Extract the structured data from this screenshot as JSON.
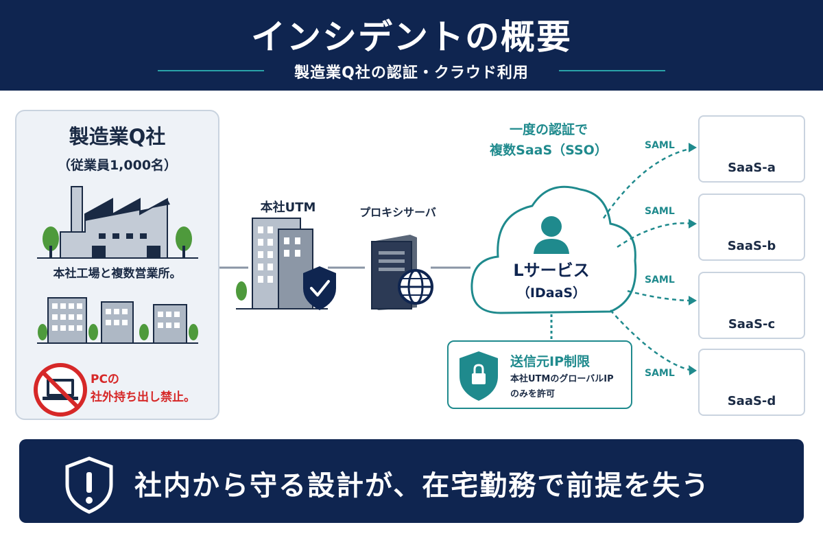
{
  "header": {
    "title": "インシデントの概要",
    "subtitle": "製造業Q社の認証・クラウド利用"
  },
  "company": {
    "name": "製造業Q社",
    "employees": "（従業員1,000名）",
    "sites": "本社工場と複数営業所。",
    "rule_line1": "PCの",
    "rule_line2": "社外持ち出し禁止。"
  },
  "nodes": {
    "utm": "本社UTM",
    "proxy": "プロキシサーバ",
    "idaas_name": "Lサービス",
    "idaas_type": "（IDaaS）"
  },
  "sso": {
    "line1": "一度の認証で",
    "line2": "複数SaaS（SSO）"
  },
  "saas": [
    {
      "name": "SaaS-a",
      "protocol": "SAML",
      "color": "#2a9ba0"
    },
    {
      "name": "SaaS-b",
      "protocol": "SAML",
      "color": "#2e8b3a"
    },
    {
      "name": "SaaS-c",
      "protocol": "SAML",
      "color": "#7b4fb8"
    },
    {
      "name": "SaaS-d",
      "protocol": "SAML",
      "color": "#e8751a"
    }
  ],
  "ip_restriction": {
    "title": "送信元IP制限",
    "line1": "本社UTMのグローバルIP",
    "line2": "のみを許可"
  },
  "banner": {
    "text": "社内から守る設計が、在宅勤務で前提を失う"
  },
  "colors": {
    "navy": "#0f2550",
    "teal": "#1f8a8d",
    "alert_red": "#d62828"
  }
}
